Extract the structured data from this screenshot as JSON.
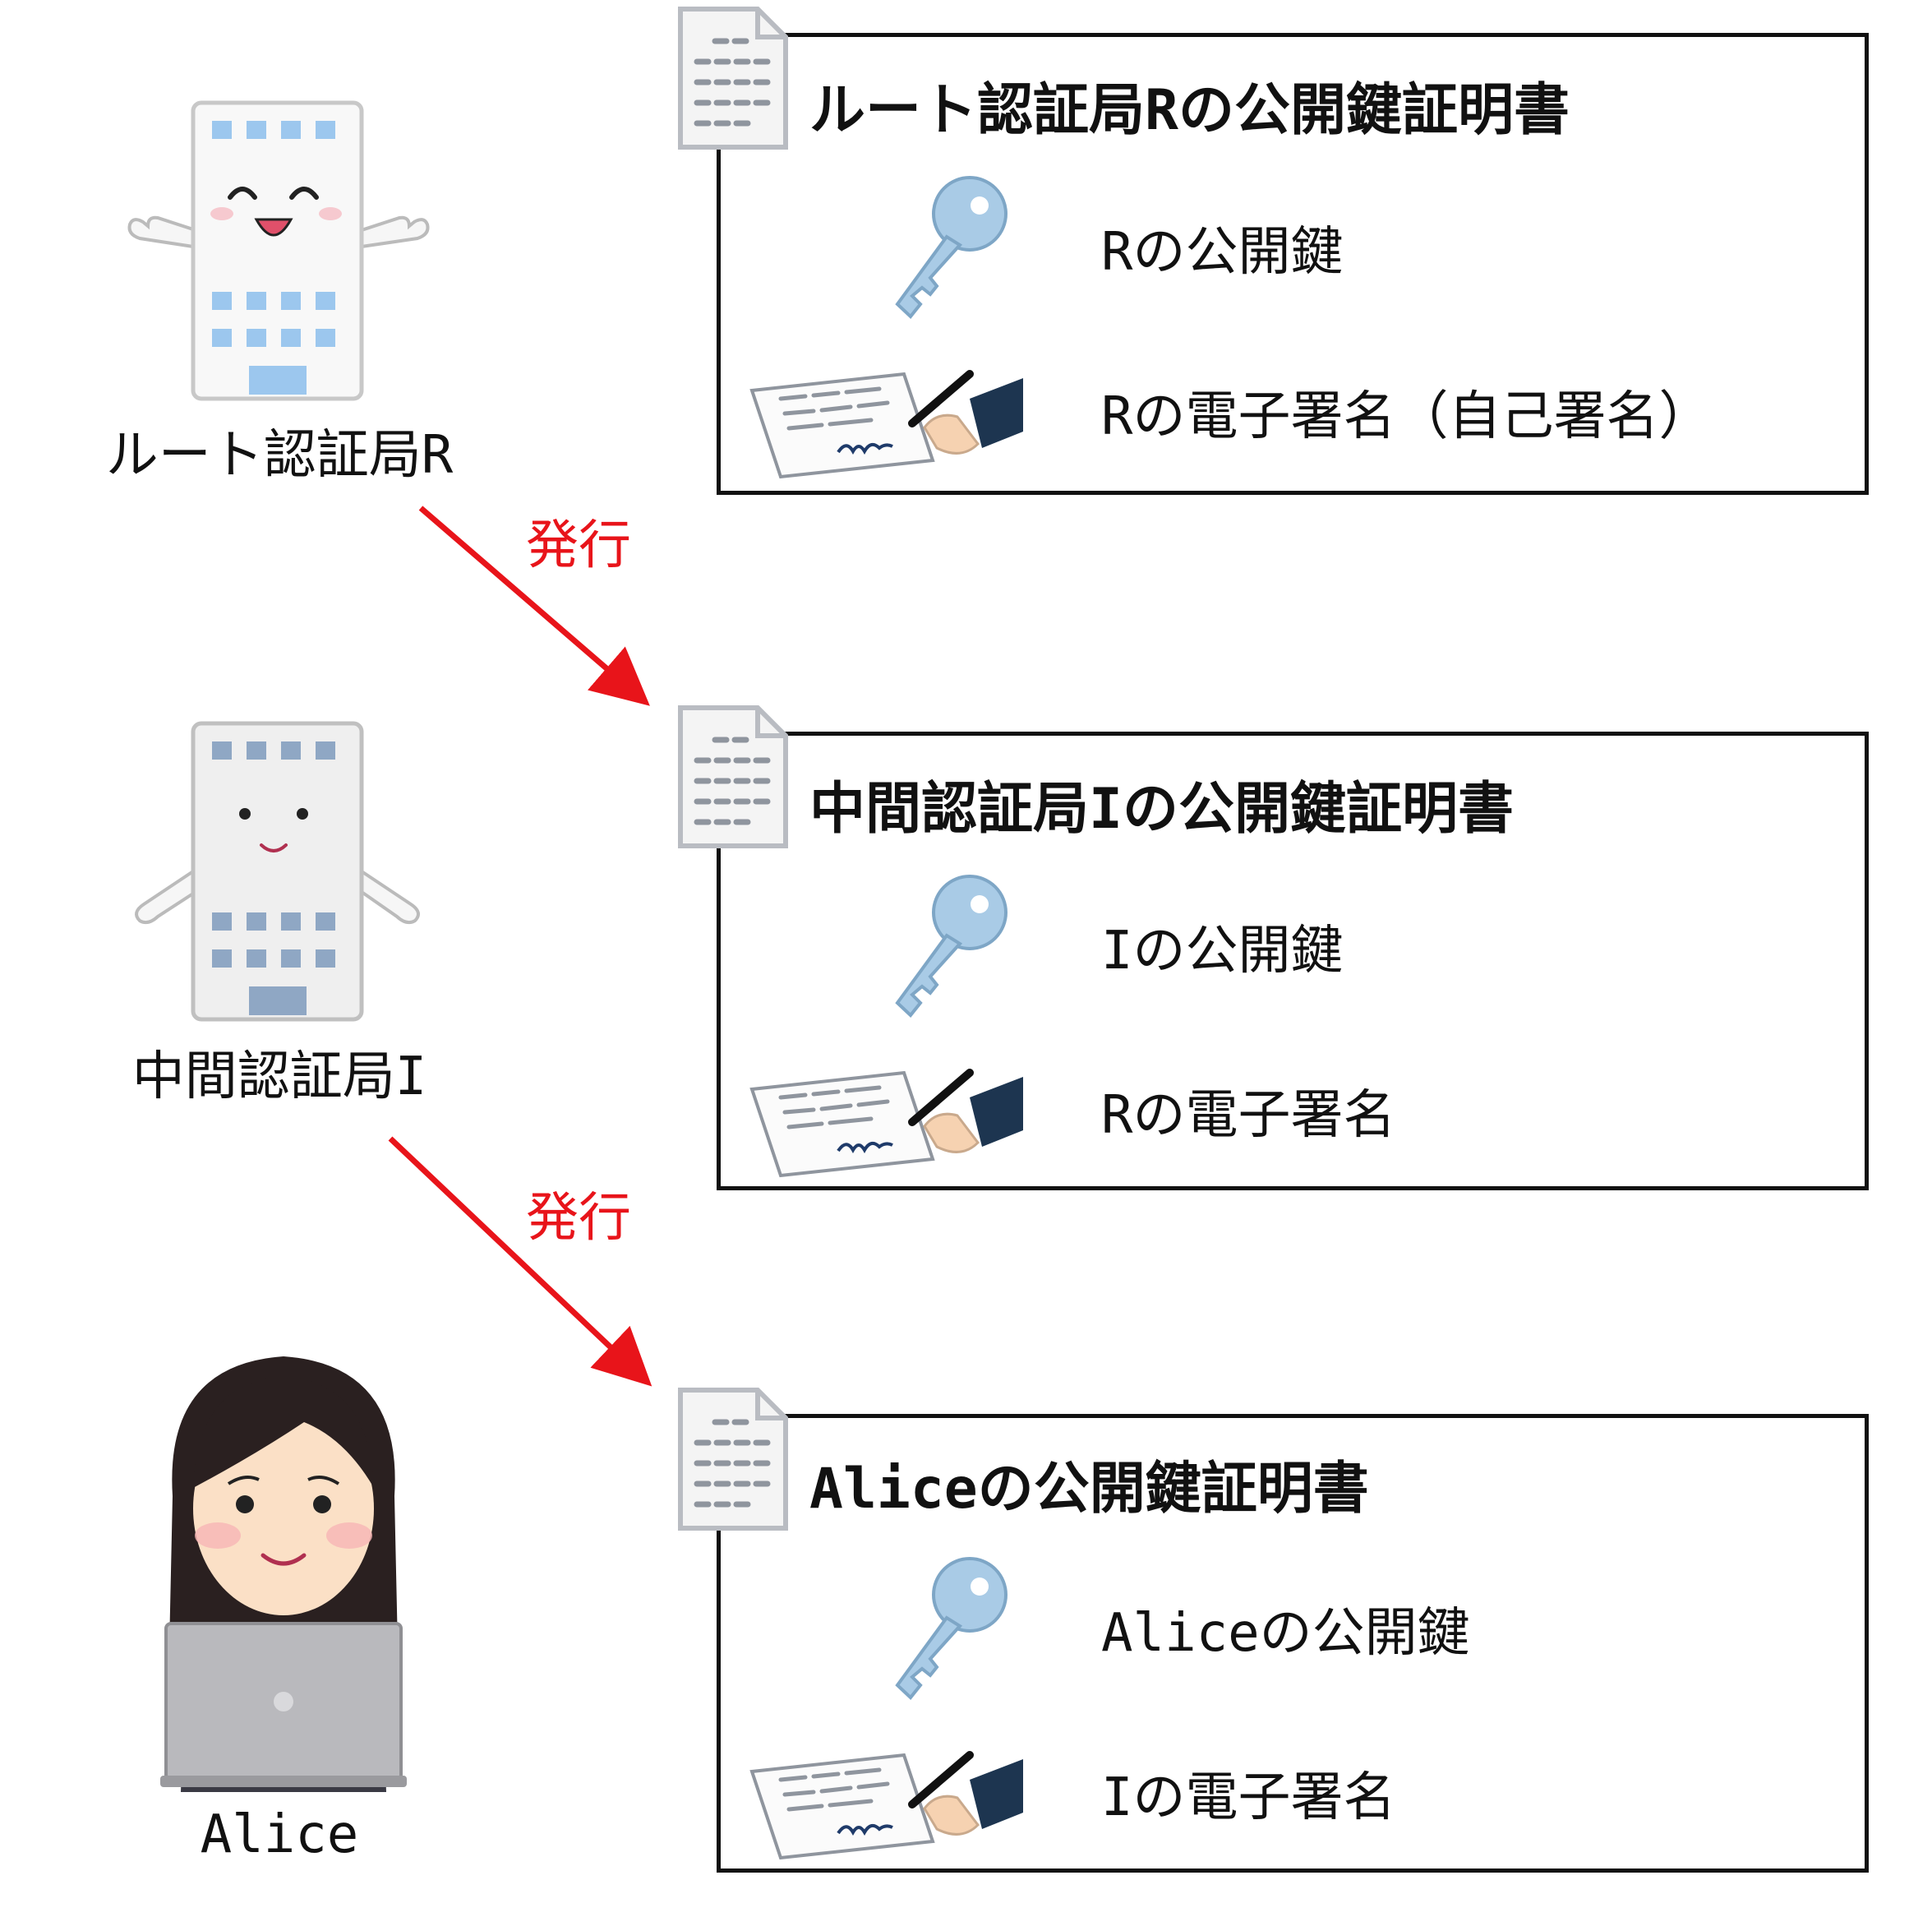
{
  "entities": {
    "root_ca": {
      "label": "ルート認証局R"
    },
    "intermediate_ca": {
      "label": "中間認証局I"
    },
    "alice": {
      "label": "Alice"
    }
  },
  "issue_arrows": [
    {
      "label": "発行"
    },
    {
      "label": "発行"
    }
  ],
  "certificates": [
    {
      "title": "ルート認証局Rの公開鍵証明書",
      "public_key": "Rの公開鍵",
      "signature": "Rの電子署名（自己署名）"
    },
    {
      "title": "中間認証局Iの公開鍵証明書",
      "public_key": "Iの公開鍵",
      "signature": "Rの電子署名"
    },
    {
      "title": "Aliceの公開鍵証明書",
      "public_key": "Aliceの公開鍵",
      "signature": "Iの電子署名"
    }
  ],
  "colors": {
    "arrow": "#e8141a",
    "box_border": "#111111",
    "building_window_root": "#9cc7ee",
    "building_window_intermediate": "#8fa7c4"
  },
  "icons": [
    "building-root-icon",
    "building-intermediate-icon",
    "alice-avatar-icon",
    "document-icon",
    "key-icon",
    "signature-icon"
  ]
}
